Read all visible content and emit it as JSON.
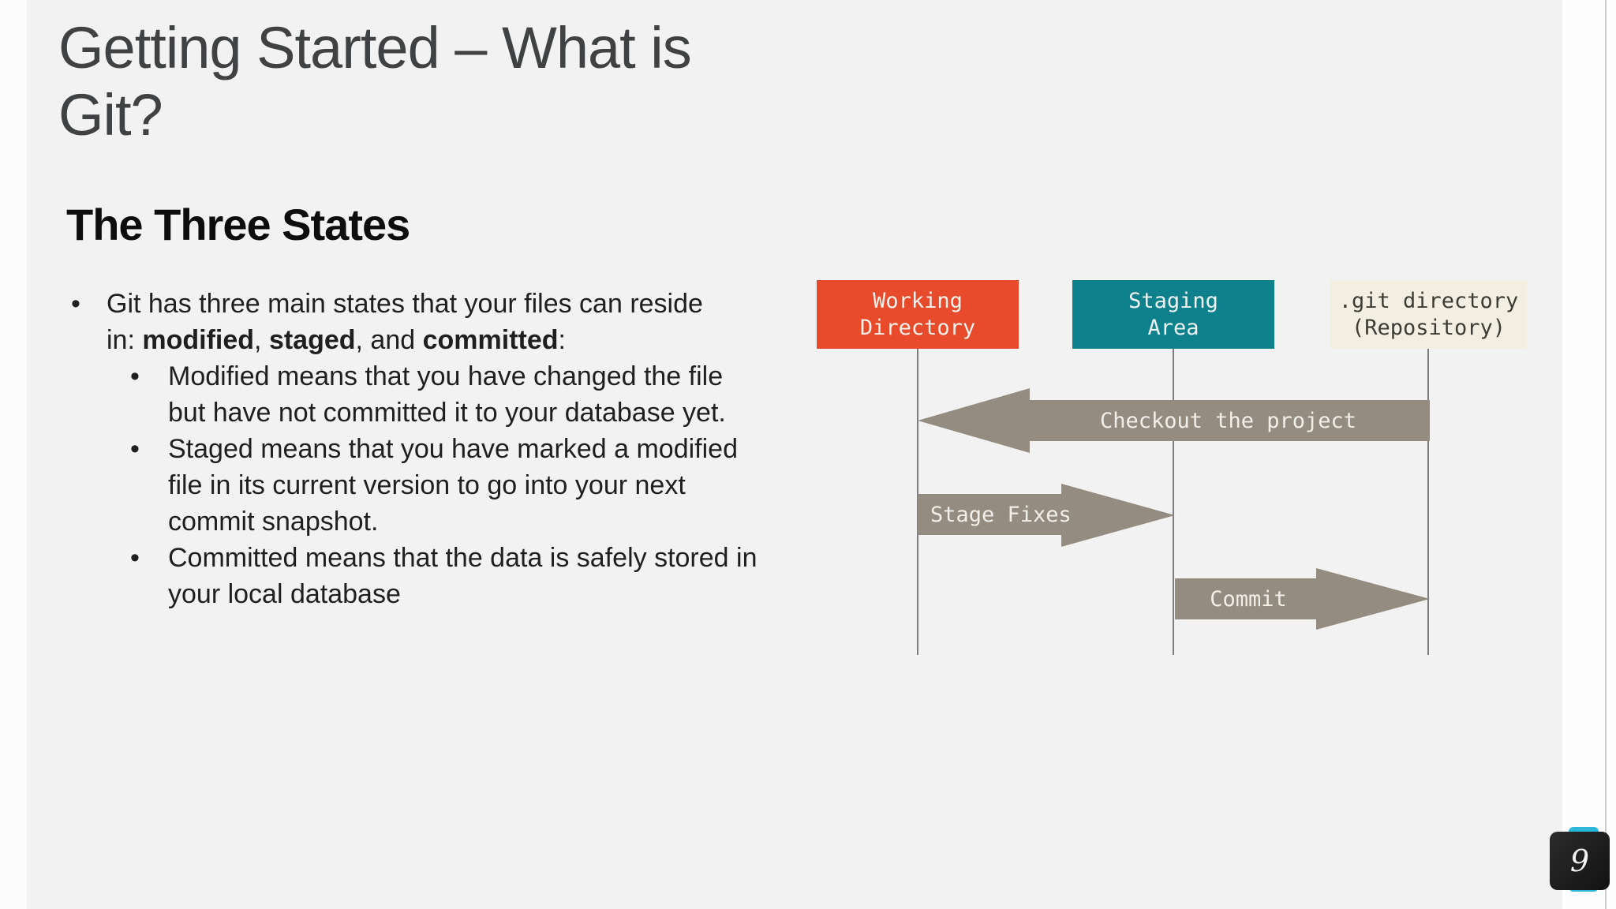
{
  "slide": {
    "background": "#f1f2f1",
    "gutter_color": "#fcfcfc"
  },
  "header": {
    "title_lines": [
      "Getting Started – What is",
      "Git?"
    ]
  },
  "section": {
    "heading": "The Three States"
  },
  "bullets": {
    "marker": "•",
    "main": {
      "line1": "Git has three main states that your files can reside",
      "line2": {
        "pre": "in: ",
        "bold1": "modified",
        "sep1": ", ",
        "bold2": "staged",
        "sep2": ", and ",
        "bold3": "committed",
        "post": ":"
      }
    },
    "sub": [
      {
        "lines": [
          "Modified means that you have changed the file",
          "but have not committed it to your database yet."
        ]
      },
      {
        "lines": [
          "Staged means that you have marked a modified",
          "file in its current version to go into your next",
          "commit snapshot."
        ]
      },
      {
        "lines": [
          "Committed means that the data is safely stored in",
          "your local database"
        ]
      }
    ]
  },
  "diagram": {
    "columns": [
      {
        "label_lines": [
          "Working",
          "Directory"
        ],
        "color": "#e84a2c",
        "text_color": "#f6f2ec"
      },
      {
        "label_lines": [
          "Staging",
          "Area"
        ],
        "color": "#0e818d",
        "text_color": "#eef4f3"
      },
      {
        "label_lines": [
          ".git directory",
          "(Repository)"
        ],
        "color": "#f2efe2",
        "text_color": "#3c3c34"
      }
    ],
    "arrows": [
      {
        "label": "Checkout the project",
        "direction": "left",
        "from": ".git directory (Repository)",
        "to": "Working Directory"
      },
      {
        "label": "Stage Fixes",
        "direction": "right",
        "from": "Working Directory",
        "to": "Staging Area"
      },
      {
        "label": "Commit",
        "direction": "right",
        "from": "Staging Area",
        "to": ".git directory (Repository)"
      }
    ],
    "arrow_color": "#948c81",
    "arrow_text_color": "#f2efe9",
    "lifeline_color": "#7d7d7d"
  },
  "footer": {
    "slide_number": "9",
    "badge_bg": "#1b1b1b",
    "badge_accent": "#2ab7d8",
    "number_color": "#f2f2f2"
  }
}
